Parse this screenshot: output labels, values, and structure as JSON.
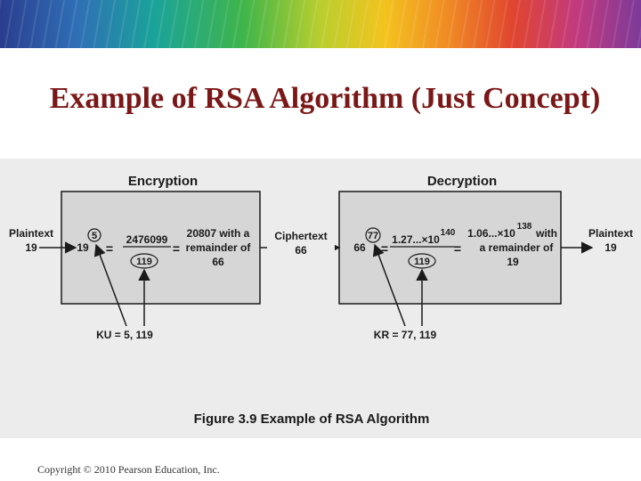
{
  "slide": {
    "title": "Example of RSA Algorithm (Just Concept)",
    "copyright": "Copyright © 2010 Pearson Education, Inc."
  },
  "figure": {
    "encryption_label": "Encryption",
    "decryption_label": "Decryption",
    "plaintext_in": {
      "label": "Plaintext",
      "value": "19"
    },
    "encryption": {
      "input": "19",
      "exponent": "5",
      "power_value": "2476099",
      "modulus": "119",
      "result_line1": "20807 with a",
      "result_line2": "remainder of",
      "result_value": "66"
    },
    "ciphertext": {
      "label": "Ciphertext",
      "value": "66"
    },
    "decryption": {
      "input": "66",
      "exponent": "77",
      "power_base": "1.27...×10",
      "power_exp": "140",
      "modulus": "119",
      "result_base": "1.06...×10",
      "result_exp": "138",
      "result_with": "with",
      "result_line2": "a remainder of",
      "result_value": "19"
    },
    "plaintext_out": {
      "label": "Plaintext",
      "value": "19"
    },
    "public_key": "KU = 5, 119",
    "private_key": "KR = 77, 119",
    "caption": "Figure 3.9  Example of RSA Algorithm",
    "equals": "="
  }
}
